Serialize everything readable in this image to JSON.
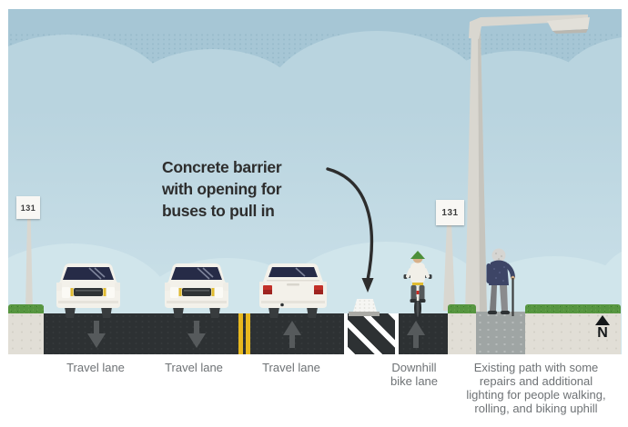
{
  "annotation": {
    "text": "Concrete barrier\nwith opening for\nbuses to pull in"
  },
  "labels": {
    "lane1": "Travel lane",
    "lane2": "Travel lane",
    "lane3": "Travel lane",
    "bike_lane": "Downhill\nbike lane",
    "existing_path": "Existing path with some\nrepairs and additional\nlighting for people walking,\nrolling, and biking uphill"
  },
  "signs": {
    "left_route": "131",
    "right_route": "131"
  },
  "compass": {
    "label": "N"
  },
  "colors": {
    "sky_top_band": "#a6c6d5",
    "sky_main": "#b9d4df",
    "sky_low_clouds": "#d0e5eb",
    "road": "#2d3133",
    "road_arrow": "#565a5c",
    "center_line_yellow": "#e8b91f",
    "hatch_white": "#ffffff",
    "sidewalk": "#e1ded6",
    "path_concrete": "#9fa5a4",
    "grass": "#569540",
    "car_body": "#f3f1ea",
    "windshield_navy": "#262b47",
    "taillight_red": "#c23028",
    "helmet_green": "#4c8f3a",
    "sweater_navy": "#3d4566",
    "barrier_white": "#f6f6f3",
    "annotation_text": "#2d2d2d",
    "label_text": "#6e7275"
  },
  "icons": {
    "north_arrow": "up-triangle",
    "lane_direction_down": "down-arrow",
    "lane_direction_up": "up-arrow"
  }
}
